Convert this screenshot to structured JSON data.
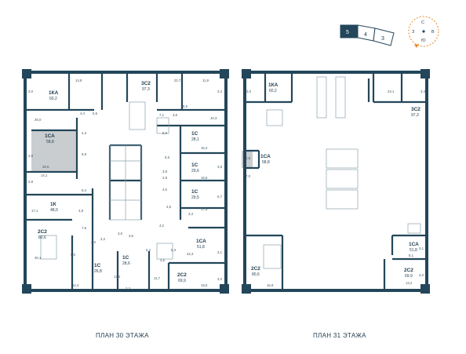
{
  "section_key": {
    "segments": [
      "5",
      "4",
      "3"
    ],
    "active_segment": "5",
    "active_color": "#23465a",
    "inactive_color": "#ffffff"
  },
  "compass": {
    "letters": [
      "С",
      "В",
      "Ю",
      "З"
    ]
  },
  "plan30": {
    "caption": "ПЛАН 30 ЭТАЖА",
    "units": [
      {
        "name": "1КА",
        "area": "60,2"
      },
      {
        "name": "3С2",
        "area": "97,3"
      },
      {
        "name": "1СА",
        "area": "58,8",
        "highlighted": true
      },
      {
        "name": "1С",
        "area": "28,1"
      },
      {
        "name": "1С",
        "area": "29,6"
      },
      {
        "name": "1С",
        "area": "29,5"
      },
      {
        "name": "1К",
        "area": "48,0"
      },
      {
        "name": "2С2",
        "area": "80,6"
      },
      {
        "name": "1СА",
        "area": "51,8"
      },
      {
        "name": "1С",
        "area": "28,6"
      },
      {
        "name": "1С",
        "area": "26,8"
      },
      {
        "name": "2С2",
        "area": "69,9"
      }
    ],
    "rooms": [
      "14,8",
      "22,7",
      "11,9",
      "3,0",
      "3,4",
      "26,0",
      "4,4",
      "5,5",
      "7,1",
      "3,6",
      "10,3",
      "4,3",
      "5,5",
      "5,6",
      "16,4",
      "2,8",
      "28,5",
      "9,8",
      "5,6",
      "2,8",
      "14,1",
      "3,8",
      "16,5",
      "3,9",
      "2,8",
      "9,4",
      "4,0",
      "5,7",
      "17,1",
      "4,8",
      "4,5",
      "3,3",
      "17,5",
      "7,8",
      "4,2",
      "3,6",
      "3,5",
      "3,2",
      "6,2",
      "22,3",
      "3,1",
      "30,1",
      "5,0",
      "4,0",
      "5,3",
      "3,5",
      "17,4",
      "11,7",
      "4,0",
      "12,4",
      "3,3",
      "19,5"
    ]
  },
  "plan31": {
    "caption": "ПЛАН 31 ЭТАЖА",
    "units": [
      {
        "name": "1КА",
        "area": "60,2"
      },
      {
        "name": "3С2",
        "area": "97,3"
      },
      {
        "name": "1СА",
        "area": "58,8",
        "highlighted": true
      },
      {
        "name": "1СА",
        "area": "51,8"
      },
      {
        "name": "2С2",
        "area": "80,6"
      },
      {
        "name": "2С2",
        "area": "69,9"
      }
    ],
    "rooms": [
      "3,0",
      "3,4",
      "24,1",
      "2,8",
      "7,0",
      "3,1",
      "8,1",
      "4,0",
      "16,9",
      "13,2"
    ]
  }
}
